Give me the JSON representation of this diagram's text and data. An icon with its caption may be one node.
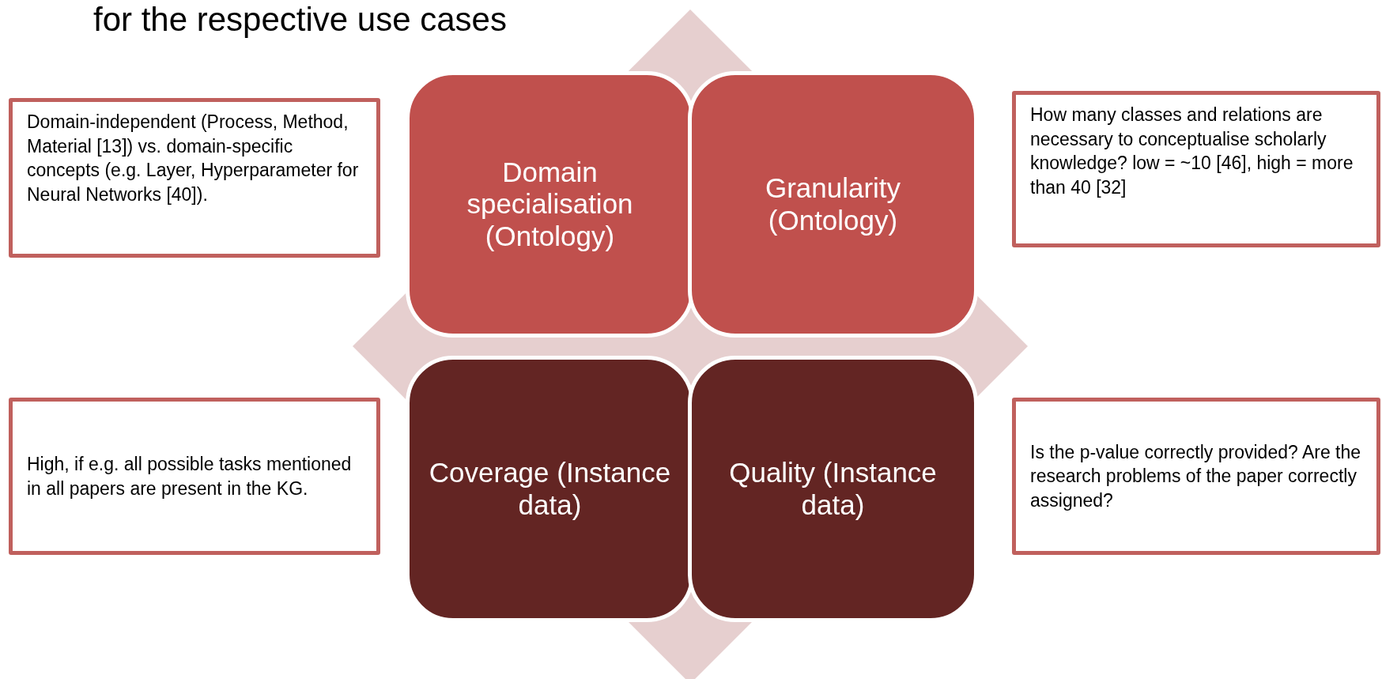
{
  "diagram": {
    "title": "for the respective use cases",
    "nodes": [
      {
        "text": [
          "Domain-independent (Process, Method, Material [13]) vs. domain-specific concepts (e.g. Layer, Hyperparameter for Neural Networks [40])."
        ]
      },
      {
        "text": [
          "Domain specialisation (Ontology)"
        ]
      },
      {
        "text": [
          "Granularity (Ontology)"
        ]
      },
      {
        "text": [
          "How many classes and relations are necessary to conceptualise scholarly knowledge? low = ~10 [46], high = more than 40 [32]"
        ]
      },
      {
        "text": [
          "High, if e.g. all possible tasks mentioned in all papers are present in the KG."
        ]
      },
      {
        "text": [
          "Coverage (Instance data)"
        ]
      },
      {
        "text": [
          "Quality (Instance data)"
        ]
      },
      {
        "text": [
          "Is the p-value correctly provided? Are the research problems of the paper correctly assigned?"
        ]
      }
    ],
    "edges": []
  }
}
